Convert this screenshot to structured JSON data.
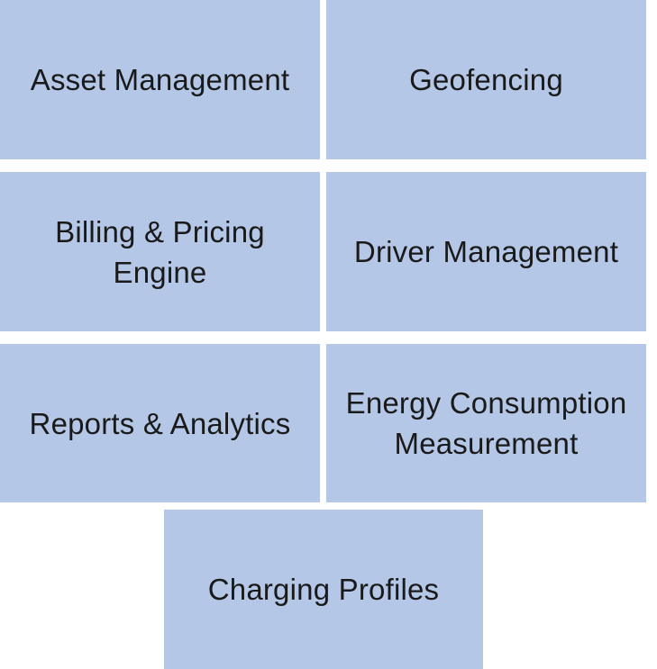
{
  "tiles": [
    {
      "id": "asset-management",
      "label": "Asset Management"
    },
    {
      "id": "geofencing",
      "label": "Geofencing"
    },
    {
      "id": "billing-pricing-engine",
      "label": "Billing & Pricing Engine"
    },
    {
      "id": "driver-management",
      "label": "Driver Management"
    },
    {
      "id": "reports-analytics",
      "label": "Reports & Analytics"
    },
    {
      "id": "energy-consumption-measurement",
      "label": "Energy Consumption Measurement"
    },
    {
      "id": "charging-profiles",
      "label": "Charging Profiles"
    }
  ],
  "colors": {
    "tile_fill": "#b4c7e7",
    "text": "#1a1a1a",
    "background": "#ffffff"
  }
}
